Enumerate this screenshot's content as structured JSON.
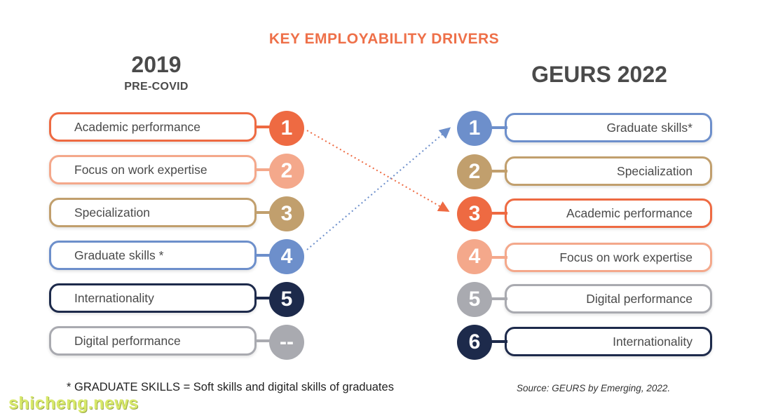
{
  "title": "KEY EMPLOYABILITY DRIVERS",
  "left": {
    "year": "2019",
    "subtitle": "PRE-COVID",
    "items": [
      {
        "label": "Academic performance",
        "rank": "1",
        "color": "#ee6a42"
      },
      {
        "label": "Focus on work expertise",
        "rank": "2",
        "color": "#f4a88b"
      },
      {
        "label": "Specialization",
        "rank": "3",
        "color": "#c19f6d"
      },
      {
        "label": "Graduate skills *",
        "rank": "4",
        "color": "#6d8fcb"
      },
      {
        "label": "Internationality",
        "rank": "5",
        "color": "#1d2a4b"
      },
      {
        "label": "Digital performance",
        "rank": "--",
        "color": "#a9aab0"
      }
    ]
  },
  "right": {
    "year": "GEURS 2022",
    "items": [
      {
        "label": "Graduate skills*",
        "rank": "1",
        "color": "#6d8fcb"
      },
      {
        "label": "Specialization",
        "rank": "2",
        "color": "#c19f6d"
      },
      {
        "label": "Academic performance",
        "rank": "3",
        "color": "#ee6a42"
      },
      {
        "label": "Focus on work expertise",
        "rank": "4",
        "color": "#f4a88b"
      },
      {
        "label": "Digital performance",
        "rank": "5",
        "color": "#a9aab0"
      },
      {
        "label": "Internationality",
        "rank": "6",
        "color": "#1d2a4b"
      }
    ]
  },
  "footnote": "* GRADUATE SKILLS =  Soft skills and digital skills of graduates",
  "source": "Source: GEURS by Emerging, 2022.",
  "watermark": "shicheng.news"
}
